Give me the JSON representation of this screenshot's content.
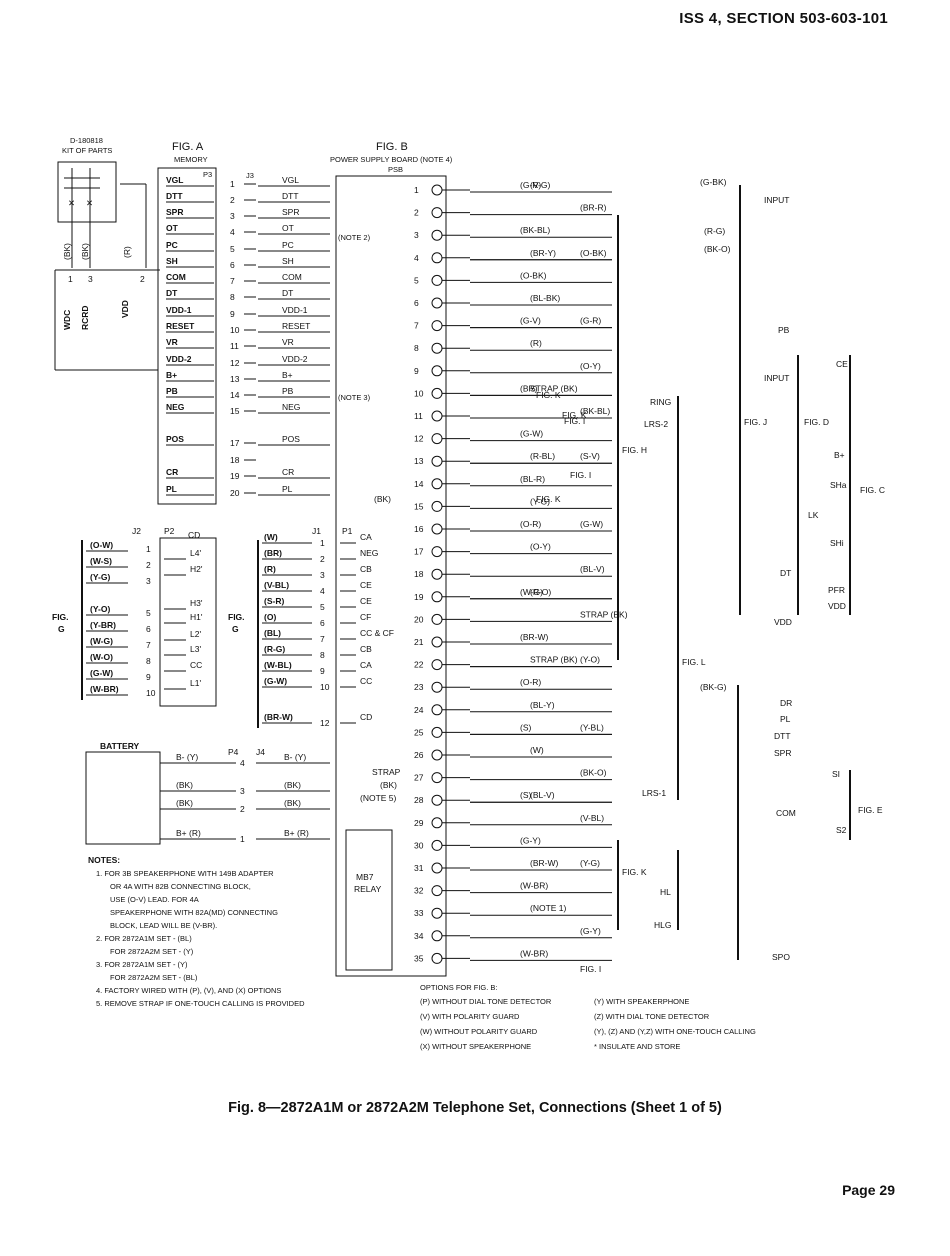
{
  "header": "ISS 4, SECTION 503-603-101",
  "caption": "Fig. 8—2872A1M or 2872A2M Telephone Set, Connections (Sheet 1 of 5)",
  "page": "Page 29",
  "kit": {
    "title1": "D-180818",
    "title2": "KIT OF PARTS",
    "leads": [
      "(BK)",
      "(BK)",
      "(R)"
    ],
    "nums": [
      "1",
      "3",
      "2"
    ],
    "labels": [
      "WDC",
      "RCRD",
      "VDD"
    ]
  },
  "figA": {
    "title": "FIG. A",
    "subtitle": "MEMORY",
    "p3": "P3",
    "j3": "J3",
    "left": [
      "VGL",
      "DTT",
      "SPR",
      "OT",
      "PC",
      "SH",
      "COM",
      "DT",
      "VDD-1",
      "RESET",
      "VR",
      "VDD-2",
      "B+",
      "PB",
      "NEG",
      "POS",
      "CR",
      "PL"
    ],
    "nums": [
      "1",
      "2",
      "3",
      "4",
      "5",
      "6",
      "7",
      "8",
      "9",
      "10",
      "11",
      "12",
      "13",
      "14",
      "15",
      "17",
      "18",
      "19",
      "20"
    ],
    "right": [
      "VGL",
      "DTT",
      "SPR",
      "OT",
      "PC",
      "SH",
      "COM",
      "DT",
      "VDD-1",
      "RESET",
      "VR",
      "VDD-2",
      "B+",
      "PB",
      "NEG",
      "POS",
      "CR",
      "PL"
    ]
  },
  "figB": {
    "title": "FIG. B",
    "subtitle": "POWER SUPPLY BOARD (NOTE 4)",
    "board": "PSB",
    "terms": [
      "1",
      "2",
      "3",
      "4",
      "5",
      "6",
      "7",
      "8",
      "9",
      "10",
      "11",
      "12",
      "13",
      "14",
      "15",
      "16",
      "17",
      "18",
      "19",
      "20",
      "21",
      "22",
      "23",
      "24",
      "25",
      "26",
      "27",
      "28",
      "29",
      "30",
      "31",
      "32",
      "33",
      "34",
      "35"
    ],
    "leads": [
      "(G-R)",
      "(V-G)",
      "(BR-R)",
      "(BK-BL)",
      "(BR-Y)",
      "(O-BK)",
      "(O-BK)",
      "(BL-BK)",
      "(G-R)",
      "(G-V)",
      "(R)",
      "(O-Y)",
      "(BR)",
      "STRAP (BK)",
      "(BK-BL)",
      "(G-W)",
      "(R-BL)",
      "(S-V)",
      "(BL-R)",
      "(Y-G)",
      "(G-W)",
      "(O-R)",
      "(O-Y)",
      "(BL-V)",
      "(W-G)",
      "(R-O)",
      "STRAP (BK)",
      "(BR-W)",
      "STRAP (BK)",
      "(Y-O)",
      "(O-R)",
      "(BL-Y)",
      "(Y-BL)",
      "(S)",
      "(W)",
      "(BK-O)",
      "(S)",
      "(BL-V)",
      "(V-BL)",
      "(G-Y)",
      "(BR-W)",
      "(Y-G)",
      "(W-BR)",
      "(NOTE 1)",
      "(G-Y)",
      "(W-BR)",
      "(G-BK)",
      "(R-G)",
      "(BK-O)",
      "(BK-G)",
      "(BK)"
    ],
    "figrefs": [
      "FIG. K",
      "FIG. K",
      "FIG. I",
      "FIG. H",
      "FIG. I",
      "FIG. K",
      "FIG. J",
      "FIG. D",
      "FIG. C",
      "FIG. L",
      "FIG. E",
      "FIG. K",
      "FIG. I"
    ],
    "outputs": [
      "INPUT",
      "PB",
      "CE",
      "INPUT",
      "RING",
      "LRS-2",
      "B+",
      "SHa",
      "LK",
      "SHi",
      "DT",
      "PFR",
      "VDD",
      "VDD",
      "DR",
      "PL",
      "DTT",
      "SPR",
      "SI",
      "LRS-1",
      "COM",
      "S2",
      "HL",
      "HLG",
      "SPO"
    ],
    "notes2": "(NOTE 2)",
    "notes3": "(NOTE 3)",
    "strap_note": [
      "STRAP",
      "(BK)",
      "(NOTE 5)"
    ],
    "relay": [
      "MB7",
      "RELAY"
    ]
  },
  "figG": {
    "label": "FIG. G",
    "j2": "J2",
    "p2": "P2",
    "cd": "CD",
    "left": [
      "(O-W)",
      "(W-S)",
      "(Y-G)",
      "(Y-O)",
      "(Y-BR)",
      "(W-G)",
      "(W-O)",
      "(G-W)",
      "(W-BR)"
    ],
    "nums": [
      "1",
      "2",
      "3",
      "5",
      "6",
      "7",
      "8",
      "9",
      "10"
    ],
    "right": [
      "L4'",
      "H2'",
      "H3'",
      "H1'",
      "L2'",
      "L3'",
      "CC",
      "L1'"
    ]
  },
  "figGb": {
    "label": "FIG. G",
    "j1": "J1",
    "p1": "P1",
    "left": [
      "(W)",
      "(BR)",
      "(R)",
      "(V-BL)",
      "(S-R)",
      "(O)",
      "(BL)",
      "(R-G)",
      "(W-BL)",
      "(G-W)",
      "(BR-W)"
    ],
    "nums": [
      "1",
      "2",
      "3",
      "4",
      "5",
      "6",
      "7",
      "8",
      "9",
      "10",
      "12"
    ],
    "right": [
      "CA",
      "NEG",
      "CB",
      "CE",
      "CE",
      "CF",
      "CC & CF",
      "CB",
      "CA",
      "CC",
      "CD"
    ]
  },
  "battery": {
    "title": "BATTERY",
    "p4": "P4",
    "j4": "J4",
    "leads": [
      "B- (Y)",
      "(BK)",
      "(BK)",
      "B+ (R)"
    ],
    "nums": [
      "4",
      "3",
      "2",
      "1"
    ],
    "right": [
      "B- (Y)",
      "(BK)",
      "(BK)",
      "B+ (R)"
    ]
  },
  "notes": {
    "title": "NOTES:",
    "lines": [
      "1. FOR 3B SPEAKERPHONE WITH 149B ADAPTER",
      "OR 4A WITH 82B CONNECTING BLOCK,",
      "USE (O-V) LEAD. FOR 4A",
      "SPEAKERPHONE WITH 82A(MD) CONNECTING",
      "BLOCK, LEAD WILL BE (V-BR).",
      "2. FOR 2872A1M SET - (BL)",
      "FOR 2872A2M SET - (Y)",
      "3. FOR 2872A1M SET - (Y)",
      "FOR 2872A2M SET - (BL)",
      "4. FACTORY WIRED WITH (P), (V), AND (X) OPTIONS",
      "5. REMOVE STRAP IF ONE-TOUCH CALLING IS PROVIDED"
    ]
  },
  "options": {
    "title": "OPTIONS FOR FIG. B:",
    "left": [
      "(P) WITHOUT DIAL TONE DETECTOR",
      "(V) WITH POLARITY GUARD",
      "(W) WITHOUT POLARITY GUARD",
      "(X) WITHOUT SPEAKERPHONE"
    ],
    "right": [
      "(Y) WITH SPEAKERPHONE",
      "(Z) WITH DIAL TONE DETECTOR",
      "(Y), (Z) AND (Y,Z) WITH ONE-TOUCH CALLING",
      "* INSULATE AND STORE"
    ]
  }
}
